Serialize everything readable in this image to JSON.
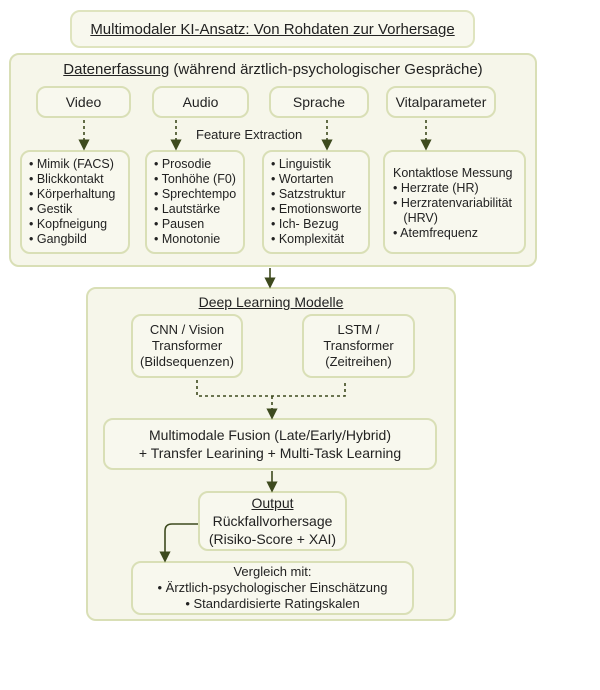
{
  "title": "Multimodaler KI-Ansatz: Von Rohdaten zur Vorhersage",
  "data_collection": {
    "heading_underlined": "Datenerfassung",
    "heading_rest": " (während ärztlich-psychologischer Gespräche)",
    "feature_extraction_label": "Feature Extraction",
    "modalities": [
      {
        "label": "Video",
        "features": [
          "• Mimik (FACS)",
          "• Blickkontakt",
          "• Körperhaltung",
          "• Gestik",
          "• Kopfneigung",
          "• Gangbild"
        ]
      },
      {
        "label": "Audio",
        "features": [
          "• Prosodie",
          "• Tonhöhe (F0)",
          "• Sprechtempo",
          "• Lautstärke",
          "• Pausen",
          "• Monotonie"
        ]
      },
      {
        "label": "Sprache",
        "features": [
          "• Linguistik",
          "• Wortarten",
          "• Satzstruktur",
          "• Emotionsworte",
          "• Ich- Bezug",
          "• Komplexität"
        ]
      },
      {
        "label": "Vitalparameter",
        "intro": "Kontaktlose Messung",
        "features": [
          "• Herzrate (HR)",
          "• Herzratenvariabilität",
          "   (HRV)",
          "• Atemfrequenz"
        ]
      }
    ]
  },
  "deep_learning": {
    "heading": "Deep Learning Modelle",
    "models": [
      {
        "lines": [
          "CNN / Vision",
          "Transformer",
          "(Bildsequenzen)"
        ]
      },
      {
        "lines": [
          "LSTM /",
          "Transformer",
          "(Zeitreihen)"
        ]
      }
    ],
    "fusion": {
      "lines": [
        "Multimodale Fusion (Late/Early/Hybrid)",
        "+ Transfer Learining + Multi-Task Learning"
      ]
    },
    "output": {
      "heading": "Output",
      "lines": [
        "Rückfallvorhersage",
        "(Risiko-Score + XAI)"
      ]
    },
    "comparison": {
      "lines": [
        "Vergleich mit:",
        "• Ärztlich-psychologischer Einschätzung",
        "• Standardisierte Ratingskalen"
      ]
    }
  },
  "colors": {
    "box_fill": "#f8f8ee",
    "box_border": "#dfe4bf",
    "arrow": "#3d4a1e",
    "text": "#222222"
  }
}
